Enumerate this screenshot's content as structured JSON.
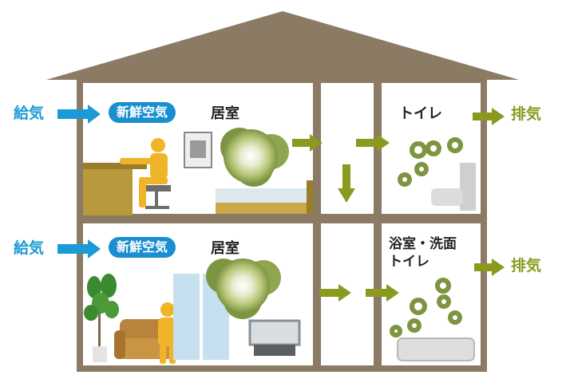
{
  "upper_floor": {
    "supply_label": "給気",
    "fresh_air_label": "新鮮空気",
    "room_label": "居室",
    "toilet_label": "トイレ",
    "exhaust_label": "排気"
  },
  "lower_floor": {
    "supply_label": "給気",
    "fresh_air_label": "新鮮空気",
    "room_label": "居室",
    "bath_label": "浴室・洗面",
    "toilet_label": "トイレ",
    "exhaust_label": "排気"
  },
  "colors": {
    "house_frame": "#8b7a64",
    "supply_arrow": "#1a9ad6",
    "flow_arrow": "#8a9a1e",
    "fresh_air_badge": "#1a8fd0",
    "person": "#f0b429"
  }
}
